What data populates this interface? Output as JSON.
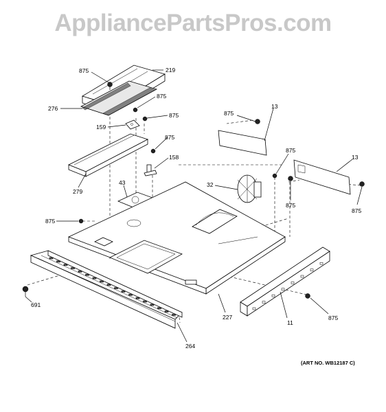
{
  "watermark": "AppliancePartsPros.com",
  "art_number": "(ART NO. WB12187 C)",
  "callouts": {
    "c875_top": "875",
    "c219": "219",
    "c875_a": "875",
    "c276": "276",
    "c875_b": "875",
    "c159": "159",
    "c875_c": "875",
    "c158": "158",
    "c279": "279",
    "c43": "43",
    "c875_left": "875",
    "c691": "691",
    "c264": "264",
    "c227": "227",
    "c11": "11",
    "c875_bottom": "875",
    "c875_panel": "875",
    "c13_a": "13",
    "c875_fan": "875",
    "c32": "32",
    "c875_mid": "875",
    "c13_b": "13",
    "c875_right": "875"
  }
}
